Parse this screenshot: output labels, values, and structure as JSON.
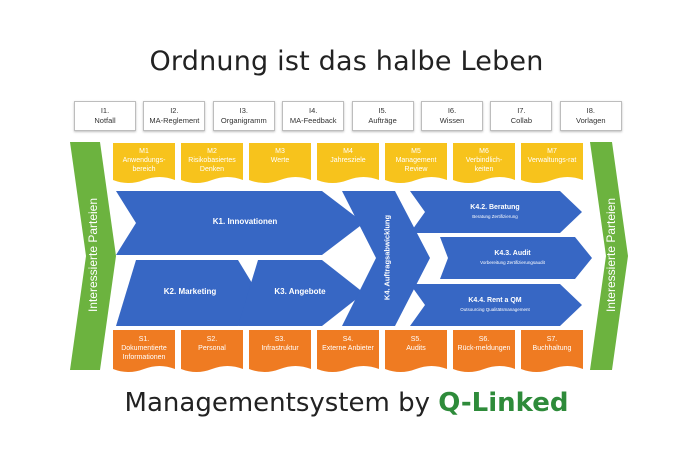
{
  "title": "Ordnung ist das halbe Leben",
  "footer": {
    "prefix": "Managementsystem by ",
    "brand": "Q-Linked"
  },
  "colors": {
    "green": "#6cb33f",
    "yellow": "#f7c31c",
    "blue": "#3767c4",
    "orange": "#ef7b22",
    "brand": "#2e8b3a"
  },
  "side_left": "Interessierte Parteien",
  "side_right": "Interessierte Parteien",
  "info": [
    {
      "id": "I1.",
      "label": "Notfall"
    },
    {
      "id": "I2.",
      "label": "MA-Reglement"
    },
    {
      "id": "I3.",
      "label": "Organigramm"
    },
    {
      "id": "I4.",
      "label": "MA-Feedback"
    },
    {
      "id": "I5.",
      "label": "Aufträge"
    },
    {
      "id": "I6.",
      "label": "Wissen"
    },
    {
      "id": "I7.",
      "label": "Collab"
    },
    {
      "id": "I8.",
      "label": "Vorlagen"
    }
  ],
  "management": [
    {
      "id": "M1",
      "label": "Anwendungs-bereich"
    },
    {
      "id": "M2",
      "label": "Risikobasiertes Denken"
    },
    {
      "id": "M3",
      "label": "Werte"
    },
    {
      "id": "M4",
      "label": "Jahresziele"
    },
    {
      "id": "M5",
      "label": "Management Review"
    },
    {
      "id": "M6",
      "label": "Verbindlich-keiten"
    },
    {
      "id": "M7",
      "label": "Verwaltungs-rat"
    }
  ],
  "core": {
    "k1": "K1. Innovationen",
    "k2": "K2. Marketing",
    "k3": "K3. Angebote",
    "k4": "K4. Auftragsabwicklung",
    "k42": "K4.2. Beratung",
    "k42_sub": "Beratung Zertifizierung",
    "k43": "K4.3. Audit",
    "k43_sub": "Vorbereitung Zertifizierungsaudit",
    "k44": "K4.4. Rent a QM",
    "k44_sub": "Outsourcing Qualitätsmanagement"
  },
  "support": [
    {
      "id": "S1.",
      "label": "Dokumentierte Informationen"
    },
    {
      "id": "S2.",
      "label": "Personal"
    },
    {
      "id": "S3.",
      "label": "Infrastruktur"
    },
    {
      "id": "S4.",
      "label": "Externe Anbieter"
    },
    {
      "id": "S5.",
      "label": "Audits"
    },
    {
      "id": "S6.",
      "label": "Rück-meldungen"
    },
    {
      "id": "S7.",
      "label": "Buchhaltung"
    }
  ]
}
